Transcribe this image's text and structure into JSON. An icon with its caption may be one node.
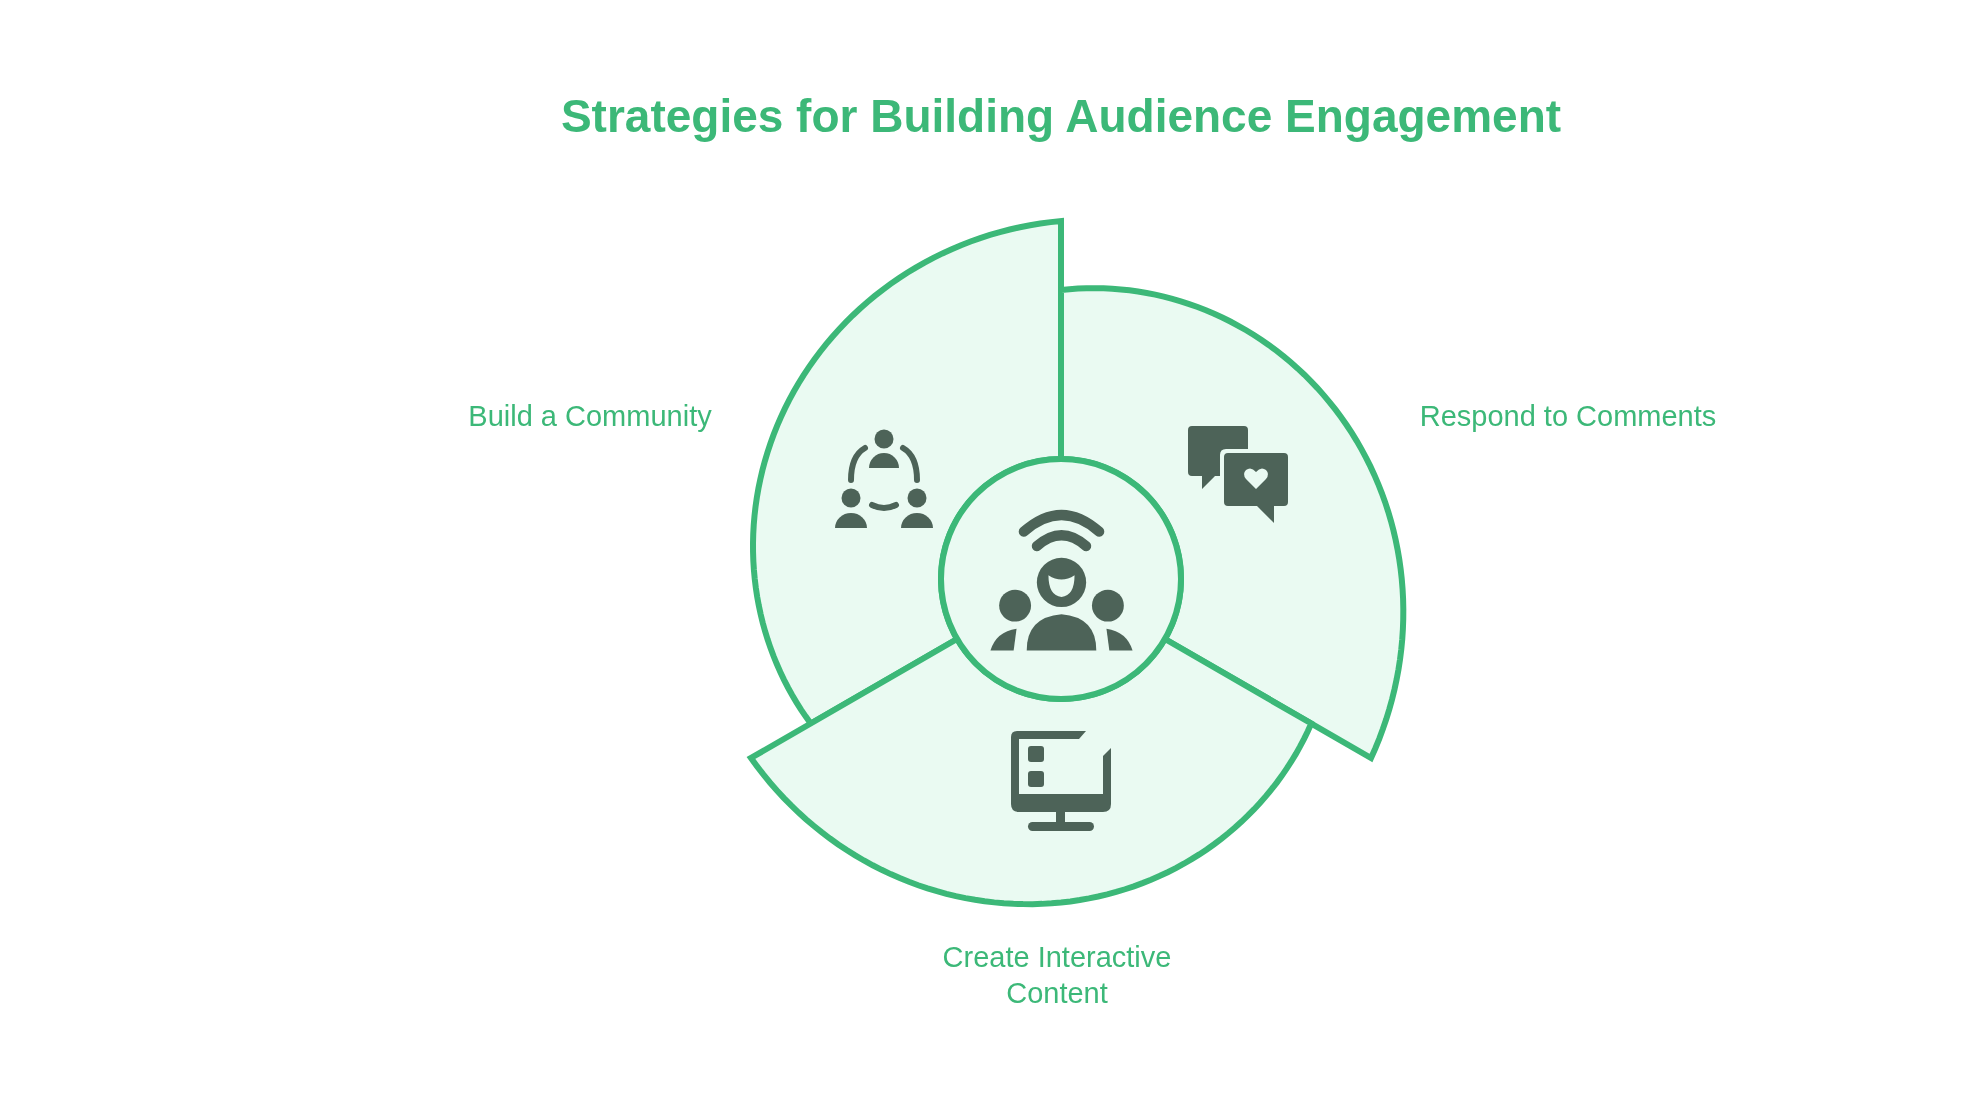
{
  "diagram": {
    "title": "Strategies for Building Audience Engagement",
    "nodes": [
      {
        "text": [
          "Build a Community"
        ]
      },
      {
        "text": [
          "Respond to Comments"
        ]
      },
      {
        "text": [],
        "shape": "circle"
      },
      {
        "text": [
          "Create Interactive Content"
        ]
      }
    ]
  }
}
